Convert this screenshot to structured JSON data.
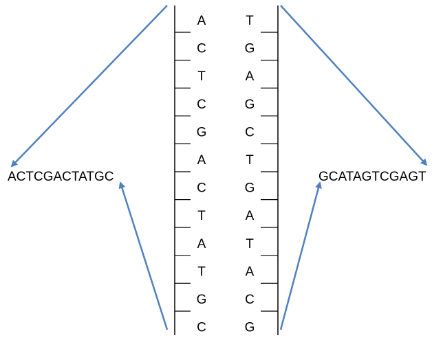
{
  "left_strand": [
    "A",
    "C",
    "T",
    "C",
    "G",
    "A",
    "C",
    "T",
    "A",
    "T",
    "G",
    "C"
  ],
  "right_strand": [
    "T",
    "G",
    "A",
    "G",
    "C",
    "T",
    "G",
    "A",
    "T",
    "A",
    "C",
    "G"
  ],
  "left_sequence": "ACTCGACTATGC",
  "right_sequence": "GCATAGTCGAGT",
  "colors": {
    "arrow": "#4f81bd",
    "line": "#000000"
  }
}
